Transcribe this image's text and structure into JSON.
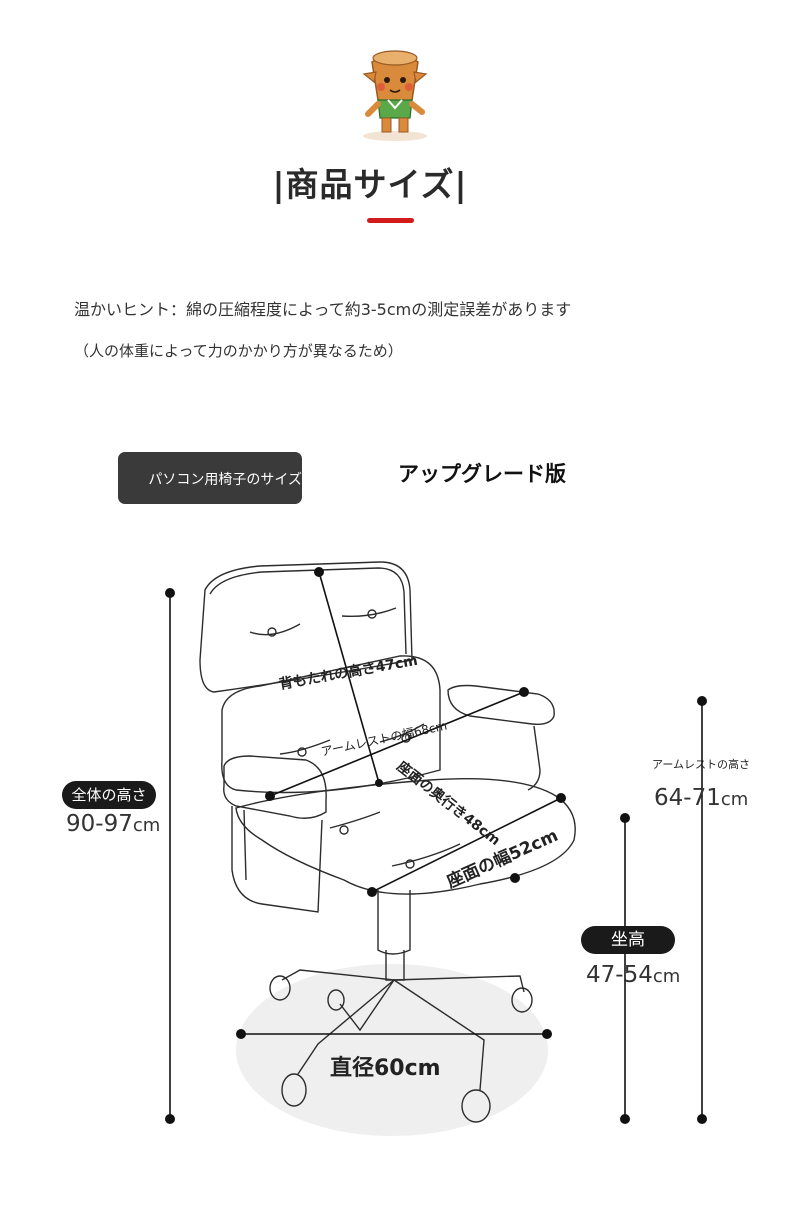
{
  "header": {
    "title": "|商品サイズ|",
    "mascot_icon": "mascot-icon",
    "accent_color": "#d21c1c"
  },
  "hint": {
    "line1": "温かいヒント：綿の圧縮程度によって約3-5cmの測定誤差があります",
    "line2": "（人の体重によって力のかかり方が異なるため）"
  },
  "tabs": {
    "pc_chair": "パソコン用椅子のサイズ",
    "upgrade": "アップグレード版"
  },
  "dimensions": {
    "backrest_height": "背もたれの高さ47cm",
    "armrest_width": "アームレストの幅68cm",
    "seat_depth": "座面の奥行き48cm",
    "seat_width": "座面の幅52cm",
    "diameter": "直径60cm",
    "total_height_label": "全体の高さ",
    "total_height_value": "90-97",
    "armrest_height_label": "アームレストの高さ",
    "armrest_height_value": "64-71",
    "seat_height_label": "坐高",
    "seat_height_value": "47-54",
    "unit": "cm"
  }
}
